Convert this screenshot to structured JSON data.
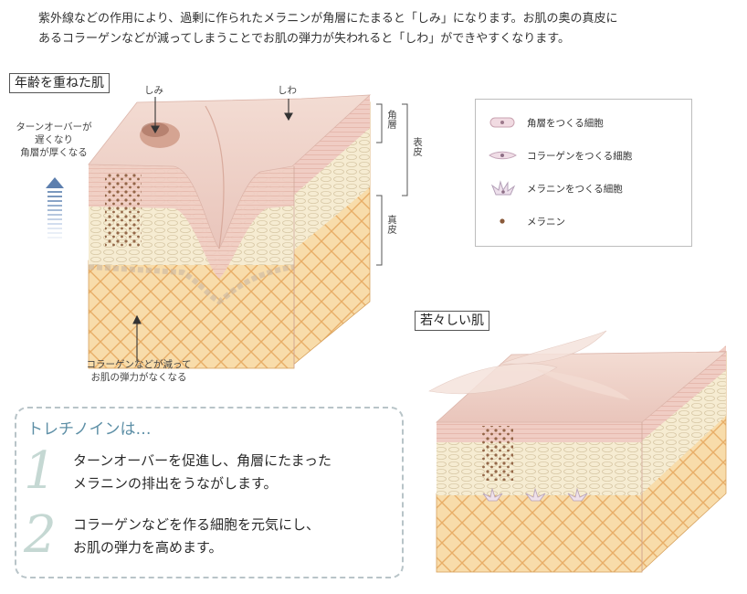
{
  "intro": {
    "line1": "紫外線などの作用により、過剰に作られたメラニンが角層にたまると「しみ」になります。お肌の奥の真皮に",
    "line2": "あるコラーゲンなどが減ってしまうことでお肌の弾力が失われると「しわ」ができやすくなります。"
  },
  "aged": {
    "title": "年齢を重ねた肌",
    "label_shimi": "しみ",
    "label_shiwa": "しわ",
    "turnover_note": [
      "ターンオーバーが",
      "遅くなり",
      "角層が厚くなる"
    ],
    "collagen_note": [
      "コラーゲンなどが減って",
      "お肌の弾力がなくなる"
    ],
    "layer_kakuso": "角層",
    "layer_hyohi": "表皮",
    "layer_shinpi": "真皮"
  },
  "legend": {
    "items": [
      {
        "icon": "keratinocyte-cell-icon",
        "label": "角層をつくる細胞"
      },
      {
        "icon": "fibroblast-cell-icon",
        "label": "コラーゲンをつくる細胞"
      },
      {
        "icon": "melanocyte-cell-icon",
        "label": "メラニンをつくる細胞"
      },
      {
        "icon": "melanin-dot-icon",
        "label": "メラニン"
      }
    ]
  },
  "young": {
    "title": "若々しい肌"
  },
  "tretinoin": {
    "title": "トレチノインは…",
    "items": [
      {
        "number": "1",
        "lines": [
          "ターンオーバーを促進し、角層にたまった",
          "メラニンの排出をうながします。"
        ]
      },
      {
        "number": "2",
        "lines": [
          "コラーゲンなどを作る細胞を元気にし、",
          "お肌の弾力を高めます。"
        ]
      }
    ]
  },
  "colors": {
    "skin_top": "#f0d2c8",
    "epidermis": "#f6ebcf",
    "dermis": "#f7d8a6",
    "collagen_line": "#e9b06c",
    "melanin": "#8a5a3a",
    "accent_blue": "#5d8fa6"
  }
}
